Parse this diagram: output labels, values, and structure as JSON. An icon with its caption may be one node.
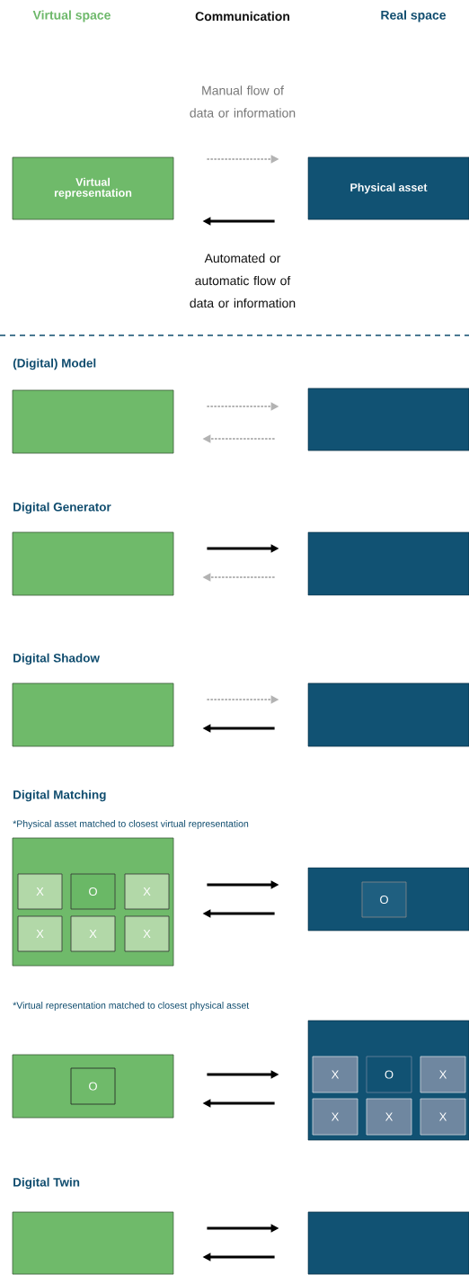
{
  "diagram": {
    "nodes": [
      {
        "text": [
          "Virtual representation"
        ]
      },
      {
        "text": [
          "Physical asset"
        ]
      },
      {
        "text": [],
        "shape": "box"
      },
      {
        "text": [],
        "shape": "box"
      },
      {
        "text": [],
        "shape": "box"
      },
      {
        "text": [],
        "shape": "box"
      },
      {
        "text": [],
        "shape": "box"
      },
      {
        "text": [],
        "shape": "box"
      },
      {
        "text": [],
        "shape": "box"
      },
      {
        "text": [
          "X"
        ],
        "in": 8
      },
      {
        "text": [
          "O"
        ],
        "in": 8
      },
      {
        "text": [
          "X"
        ],
        "in": 8
      },
      {
        "text": [
          "X"
        ],
        "in": 8
      },
      {
        "text": [
          "X"
        ],
        "in": 8
      },
      {
        "text": [
          "X"
        ],
        "in": 8
      },
      {
        "text": [],
        "shape": "box"
      },
      {
        "text": [
          "O"
        ],
        "in": 15
      },
      {
        "text": [],
        "shape": "box"
      },
      {
        "text": [
          "O"
        ],
        "in": 17
      },
      {
        "text": [],
        "shape": "box"
      },
      {
        "text": [
          "X"
        ],
        "in": 19
      },
      {
        "text": [
          "O"
        ],
        "in": 19
      },
      {
        "text": [
          "X"
        ],
        "in": 19
      },
      {
        "text": [
          "X"
        ],
        "in": 19
      },
      {
        "text": [
          "X"
        ],
        "in": 19
      },
      {
        "text": [
          "X"
        ],
        "in": 19
      },
      {
        "text": [],
        "shape": "box"
      },
      {
        "text": [],
        "shape": "box"
      }
    ],
    "edges": [
      {
        "from": 0,
        "to": 1,
        "arrow": "to",
        "label": "Manual flow of data or information",
        "style": "dashed",
        "color": "#b3b3b3"
      },
      {
        "from": 1,
        "to": 0,
        "arrow": "to",
        "label": "Automated or automatic flow of data or information"
      },
      {
        "from": 2,
        "to": 3,
        "arrow": "to",
        "style": "dashed",
        "color": "#b3b3b3"
      },
      {
        "from": 3,
        "to": 2,
        "arrow": "to",
        "style": "dashed",
        "color": "#b3b3b3"
      },
      {
        "from": 4,
        "to": 5,
        "arrow": "to"
      },
      {
        "from": 5,
        "to": 4,
        "arrow": "to",
        "style": "dashed",
        "color": "#b3b3b3"
      },
      {
        "from": 6,
        "to": 7,
        "arrow": "to",
        "style": "dashed",
        "color": "#b3b3b3"
      },
      {
        "from": 7,
        "to": 6,
        "arrow": "to"
      },
      {
        "from": 8,
        "to": 15,
        "arrow": "to"
      },
      {
        "from": 15,
        "to": 8,
        "arrow": "to"
      },
      {
        "from": 17,
        "to": 19,
        "arrow": "to"
      },
      {
        "from": 19,
        "to": 17,
        "arrow": "to"
      },
      {
        "from": 26,
        "to": 27,
        "arrow": "to"
      },
      {
        "from": 27,
        "to": 26,
        "arrow": "to"
      }
    ],
    "labels": [
      "Virtual space",
      "Communication",
      "Real space",
      "(Digital) Model",
      "Digital Generator",
      "Digital Shadow",
      "Digital Matching",
      "*Physical asset matched to closest virtual representation",
      "*Virtual representation matched to closest physical asset",
      "Digital Twin"
    ]
  }
}
